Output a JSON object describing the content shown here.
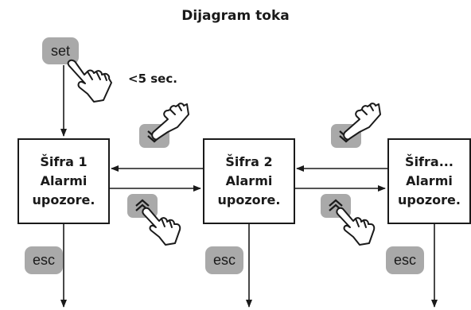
{
  "title": "Dijagram toka",
  "set_button": "set",
  "hold_note": "<5 sec.",
  "nodes": [
    {
      "line1": "Šifra 1",
      "line2": "Alarmi",
      "line3": "upozore."
    },
    {
      "line1": "Šifra 2",
      "line2": "Alarmi",
      "line3": "upozore."
    },
    {
      "line1": "Šifra...",
      "line2": "Alarmi",
      "line3": "upozore."
    }
  ],
  "esc_buttons": [
    "esc",
    "esc",
    "esc"
  ],
  "icons": {
    "hand": "hand-pointer-icon",
    "up": "chevron-up-key-icon",
    "down": "chevron-down-key-icon"
  },
  "colors": {
    "key_fill": "#a9a9a9",
    "line": "#1a1a1a"
  }
}
